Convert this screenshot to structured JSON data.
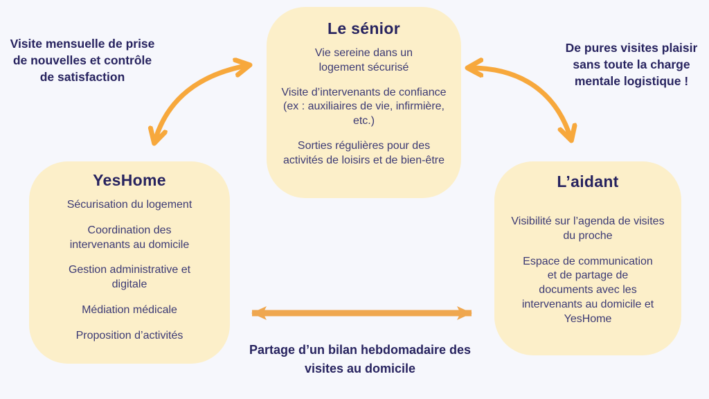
{
  "colors": {
    "background": "#F6F7FC",
    "box_fill": "#FCEFC9",
    "title_text": "#27235F",
    "body_text": "#3C3A74",
    "arrow": "#F7A83C",
    "arrow_bottom": "#EFA74F"
  },
  "boxes": {
    "senior": {
      "title": "Le sénior",
      "items": [
        "Vie sereine dans un logement sécurisé",
        "Visite d’intervenants de confiance (ex : auxiliaires de vie, infirmière, etc.)",
        "Sorties régulières pour des activités de loisirs et de bien-être"
      ]
    },
    "yeshome": {
      "title": "YesHome",
      "items": [
        "Sécurisation du logement",
        "Coordination des intervenants au domicile",
        "Gestion administrative et digitale",
        "Médiation médicale",
        "Proposition d’activités"
      ]
    },
    "aidant": {
      "title": "L’aidant",
      "items": [
        "Visibilité  sur l’agenda de visites du proche",
        "Espace de communication et de partage de documents avec les intervenants au domicile et YesHome"
      ]
    }
  },
  "labels": {
    "left": {
      "lines": [
        "Visite mensuelle de prise",
        "de nouvelles et contrôle",
        "de satisfaction"
      ]
    },
    "right": {
      "lines": [
        "De pures visites plaisir",
        "sans toute la charge",
        "mentale logistique !"
      ]
    },
    "bottom": {
      "lines": [
        "Partage d’un bilan hebdomadaire des",
        "visites au domicile"
      ]
    }
  },
  "arrows": [
    {
      "name": "yeshome-senior",
      "style": "curved-double-headed"
    },
    {
      "name": "senior-aidant",
      "style": "curved-double-headed"
    },
    {
      "name": "yeshome-aidant",
      "style": "straight-double-headed"
    }
  ]
}
